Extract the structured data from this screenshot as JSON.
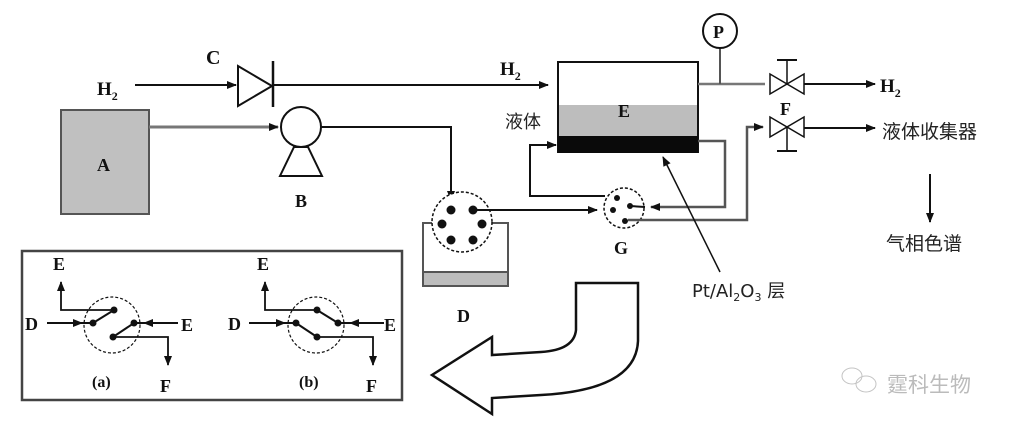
{
  "diagram": {
    "labels": {
      "h2_in": "H",
      "h2_in_sub": "2",
      "h2_reactor": "H",
      "h2_reactor_sub": "2",
      "h2_out": "H",
      "h2_out_sub": "2",
      "check_valve": "C",
      "tank": "A",
      "pump": "B",
      "injector": "D",
      "reactor": "E",
      "pressure_gauge": "P",
      "valve_f": "F",
      "switch_valve": "G",
      "liquid_in": "液体",
      "liquid_collector": "液体收集器",
      "gas_chromatograph": "气相色谱",
      "catalyst_layer_pre": "Pt/Al",
      "catalyst_layer_sub1": "2",
      "catalyst_layer_mid": "O",
      "catalyst_layer_sub2": "3",
      "catalyst_layer_post": " 层"
    },
    "inset": {
      "panel_a": {
        "caption": "(a)",
        "top": "E",
        "left": "D",
        "right": "E",
        "bottom": "F"
      },
      "panel_b": {
        "caption": "(b)",
        "top": "E",
        "left": "D",
        "right": "E",
        "bottom": "F"
      }
    },
    "colors": {
      "line": "#111111",
      "tank_fill": "#c0c0c0",
      "liquid_fill": "#bdbdbd",
      "catalyst_fill": "#0a0a0a",
      "pipe_gray": "#777777"
    },
    "watermark": "霆科生物"
  }
}
